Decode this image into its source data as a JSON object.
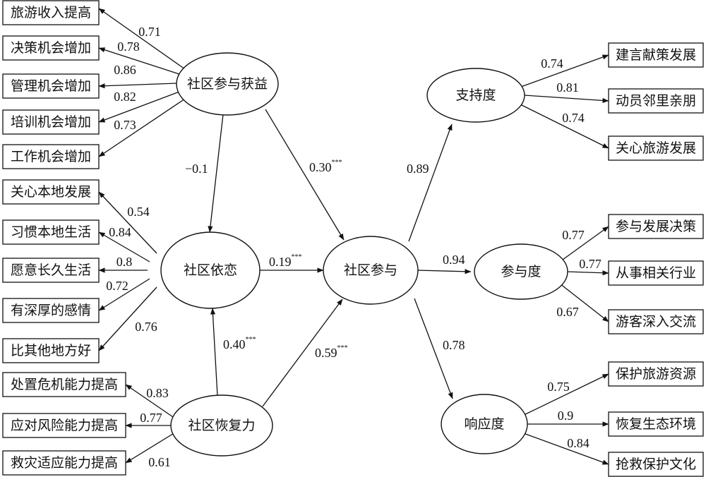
{
  "constructs": {
    "benefit": "社区参与获益",
    "attachment": "社区依恋",
    "resilience": "社区恢复力",
    "participation": "社区参与",
    "support": "支持度",
    "involvement": "参与度",
    "response": "响应度"
  },
  "indicators": {
    "benefit": [
      "旅游收入提高",
      "决策机会增加",
      "管理机会增加",
      "培训机会增加",
      "工作机会增加"
    ],
    "attachment": [
      "关心本地发展",
      "习惯本地生活",
      "愿意长久生活",
      "有深厚的感情",
      "比其他地方好"
    ],
    "resilience": [
      "处置危机能力提高",
      "应对风险能力提高",
      "救灾适应能力提高"
    ],
    "support": [
      "建言献策发展",
      "动员邻里亲朋",
      "关心旅游发展"
    ],
    "involvement": [
      "参与发展决策",
      "从事相关行业",
      "游客深入交流"
    ],
    "response": [
      "保护旅游资源",
      "恢复生态环境",
      "抢救保护文化"
    ]
  },
  "loadings": {
    "benefit": [
      "0.71",
      "0.78",
      "0.86",
      "0.82",
      "0.73"
    ],
    "attachment": [
      "0.54",
      "0.84",
      "0.8",
      "0.72",
      "0.76"
    ],
    "resilience": [
      "0.83",
      "0.77",
      "0.61"
    ],
    "support": [
      "0.74",
      "0.81",
      "0.74"
    ],
    "involvement": [
      "0.77",
      "0.77",
      "0.67"
    ],
    "response": [
      "0.75",
      "0.9",
      "0.84"
    ]
  },
  "paths": {
    "benefit_to_attachment": {
      "value": "−0.1",
      "sig": ""
    },
    "benefit_to_participation": {
      "value": "0.30",
      "sig": "***"
    },
    "attachment_to_participation": {
      "value": "0.19",
      "sig": "***"
    },
    "resilience_to_attachment": {
      "value": "0.40",
      "sig": "***"
    },
    "resilience_to_participation": {
      "value": "0.59",
      "sig": "***"
    },
    "participation_to_support": {
      "value": "0.89",
      "sig": ""
    },
    "participation_to_involvement": {
      "value": "0.94",
      "sig": ""
    },
    "participation_to_response": {
      "value": "0.78",
      "sig": ""
    }
  }
}
